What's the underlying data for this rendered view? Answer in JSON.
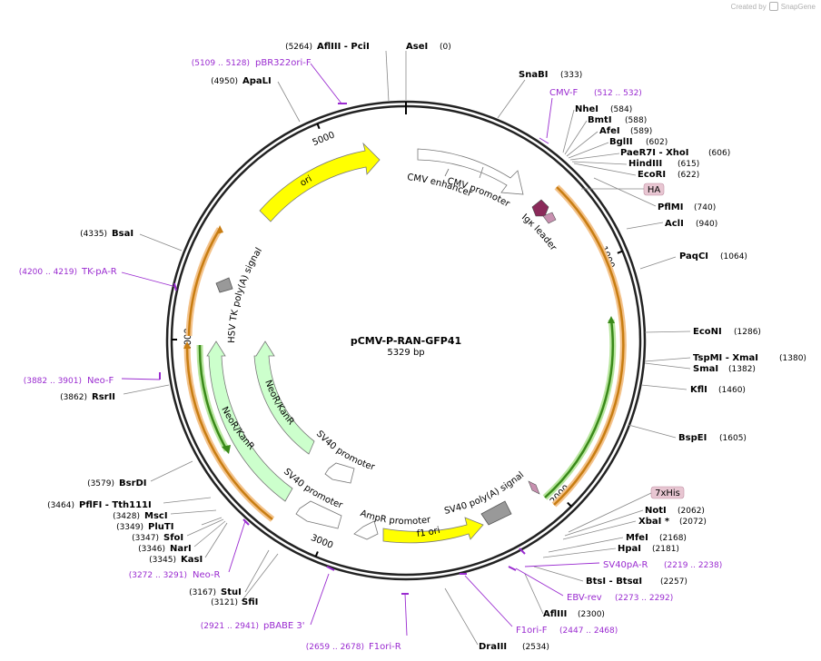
{
  "credit": {
    "prefix": "Created by",
    "brand": "SnapGene"
  },
  "plasmid": {
    "name": "pCMV-P-RAN-GFP41",
    "size_label": "5329 bp",
    "length": 5329
  },
  "ticks": [
    {
      "pos": 1000,
      "label": "1000"
    },
    {
      "pos": 2000,
      "label": "2000"
    },
    {
      "pos": 3000,
      "label": "3000"
    },
    {
      "pos": 4000,
      "label": "4000"
    },
    {
      "pos": 5000,
      "label": "5000"
    }
  ],
  "enzymes": [
    {
      "name": "AseI",
      "pos": "(0)",
      "bp": 0
    },
    {
      "name": "SnaBI",
      "pos": "(333)",
      "bp": 333
    },
    {
      "name": "NheI",
      "pos": "(584)",
      "bp": 584
    },
    {
      "name": "BmtI",
      "pos": "(588)",
      "bp": 588
    },
    {
      "name": "AfeI",
      "pos": "(589)",
      "bp": 589
    },
    {
      "name": "BglII",
      "pos": "(602)",
      "bp": 602
    },
    {
      "name": "PaeR7I - XhoI",
      "pos": "(606)",
      "bp": 606
    },
    {
      "name": "HindIII",
      "pos": "(615)",
      "bp": 615
    },
    {
      "name": "EcoRI",
      "pos": "(622)",
      "bp": 622
    },
    {
      "name": "PflMI",
      "pos": "(740)",
      "bp": 740
    },
    {
      "name": "AclI",
      "pos": "(940)",
      "bp": 940
    },
    {
      "name": "PaqCI",
      "pos": "(1064)",
      "bp": 1064
    },
    {
      "name": "EcoNI",
      "pos": "(1286)",
      "bp": 1286
    },
    {
      "name": "TspMI - XmaI",
      "pos": "(1380)",
      "bp": 1380
    },
    {
      "name": "SmaI",
      "pos": "(1382)",
      "bp": 1382
    },
    {
      "name": "KflI",
      "pos": "(1460)",
      "bp": 1460
    },
    {
      "name": "BspEI",
      "pos": "(1605)",
      "bp": 1605
    },
    {
      "name": "NotI",
      "pos": "(2062)",
      "bp": 2062
    },
    {
      "name": "XbaI *",
      "pos": "(2072)",
      "bp": 2072
    },
    {
      "name": "MfeI",
      "pos": "(2168)",
      "bp": 2168
    },
    {
      "name": "HpaI",
      "pos": "(2181)",
      "bp": 2181
    },
    {
      "name": "BtsI - BtsαI",
      "pos": "(2257)",
      "bp": 2257
    },
    {
      "name": "AflIII",
      "pos": "(2300)",
      "bp": 2300
    },
    {
      "name": "DraIII",
      "pos": "(2534)",
      "bp": 2534
    },
    {
      "name": "SfiI",
      "pos": "(3121)",
      "bp": 3121
    },
    {
      "name": "StuI",
      "pos": "(3167)",
      "bp": 3167
    },
    {
      "name": "KasI",
      "pos": "(3345)",
      "bp": 3345
    },
    {
      "name": "NarI",
      "pos": "(3346)",
      "bp": 3346
    },
    {
      "name": "SfoI",
      "pos": "(3347)",
      "bp": 3347
    },
    {
      "name": "PluTI",
      "pos": "(3349)",
      "bp": 3349
    },
    {
      "name": "MscI",
      "pos": "(3428)",
      "bp": 3428
    },
    {
      "name": "PflFI - Tth111I",
      "pos": "(3464)",
      "bp": 3464
    },
    {
      "name": "BsrDI",
      "pos": "(3579)",
      "bp": 3579
    },
    {
      "name": "RsrII",
      "pos": "(3862)",
      "bp": 3862
    },
    {
      "name": "BsaI",
      "pos": "(4335)",
      "bp": 4335
    },
    {
      "name": "ApaLI",
      "pos": "(4950)",
      "bp": 4950
    },
    {
      "name": "AflIII - PciI",
      "pos": "(5264)",
      "bp": 5264
    }
  ],
  "primers": [
    {
      "name": "CMV-F",
      "range": "(512 .. 532)",
      "bp": 522
    },
    {
      "name": "SV40pA-R",
      "range": "(2219 .. 2238)",
      "bp": 2228
    },
    {
      "name": "EBV-rev",
      "range": "(2273 .. 2292)",
      "bp": 2282
    },
    {
      "name": "F1ori-F",
      "range": "(2447 .. 2468)",
      "bp": 2457
    },
    {
      "name": "F1ori-R",
      "range": "(2659 .. 2678)",
      "bp": 2668
    },
    {
      "name": "pBABE 3'",
      "range": "(2921 .. 2941)",
      "bp": 2931
    },
    {
      "name": "Neo-R",
      "range": "(3272 .. 3291)",
      "bp": 3281
    },
    {
      "name": "Neo-F",
      "range": "(3882 .. 3901)",
      "bp": 3891
    },
    {
      "name": "TK-pA-R",
      "range": "(4200 .. 4219)",
      "bp": 4209
    },
    {
      "name": "pBR322ori-F",
      "range": "(5109 .. 5128)",
      "bp": 5118
    }
  ],
  "tags": [
    {
      "name": "HA",
      "bp": 700
    },
    {
      "name": "7xHis",
      "bp": 2055
    }
  ],
  "features": [
    {
      "name": "ori",
      "type": "rep_origin",
      "color": "#ffff00"
    },
    {
      "name": "CMV enhancer",
      "type": "enhancer",
      "color": "#ffffff"
    },
    {
      "name": "CMV promoter",
      "type": "promoter",
      "color": "#ffffff"
    },
    {
      "name": "Igκ leader",
      "type": "signal",
      "color": "#8b2a5a"
    },
    {
      "name": "SV40 poly(A) signal",
      "type": "polyA",
      "color": "#999999"
    },
    {
      "name": "f1 ori",
      "type": "rep_origin",
      "color": "#ffff00"
    },
    {
      "name": "AmpR promoter",
      "type": "promoter",
      "color": "#ffffff"
    },
    {
      "name": "SV40 promoter",
      "type": "promoter",
      "color": "#ffffff"
    },
    {
      "name": "NeoR/KanR",
      "type": "cds",
      "color": "#ccffcc"
    },
    {
      "name": "HSV TK poly(A) signal",
      "type": "polyA",
      "color": "#999999"
    }
  ]
}
